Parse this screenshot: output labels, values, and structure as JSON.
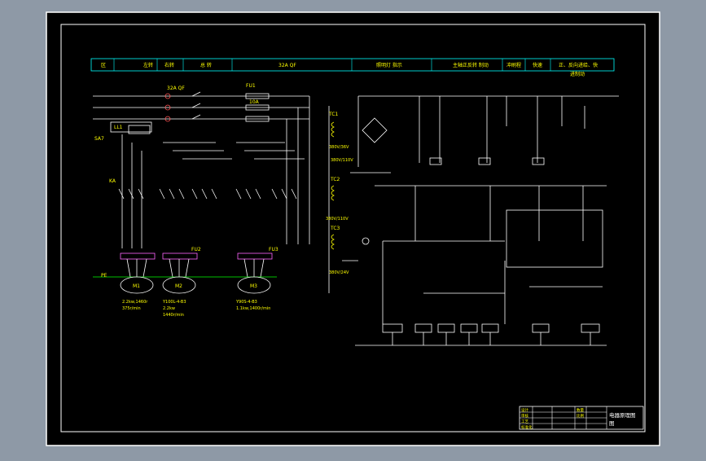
{
  "drawing": {
    "header_cells": [
      "区",
      "左转",
      "右转",
      "总 转",
      "32A QF",
      "照明灯 指示",
      "主轴正反转 制动",
      "冲刷程",
      "快速",
      "正、反向进给、快",
      "进制动"
    ],
    "labels": {
      "qf": "32A QF",
      "fu1": "FU1",
      "fuse_rating": "10A",
      "sa7": "SA7",
      "ll": "LL1",
      "ka": "KA",
      "pe": "PE",
      "fu2": "FU2",
      "fu3": "FU3",
      "tc1": "TC1",
      "tc2": "TC2",
      "tc3": "TC3",
      "m1": "M1",
      "m2": "M2",
      "m3": "M3",
      "m1_spec_a": "2.2kw,1460r",
      "m1_spec_b": "375r/min",
      "m2_spec_a": "Y100L-4-B3",
      "m2_spec_b": "2.2kw",
      "m2_spec_c": "1440r/min",
      "m3_spec_a": "Y90S-4-B3",
      "m3_spec_b": "1.1kw,1400r/min",
      "v1": "380V/110V",
      "v2": "380V/110V",
      "v3": "380V/24V",
      "v4": "380V/36V"
    },
    "title_block": {
      "rows": [
        "设计",
        "审核",
        "工艺",
        "标准化"
      ],
      "mid": [
        "数量",
        "比例"
      ],
      "title": "电器原理图",
      "subtitle": "图"
    }
  }
}
